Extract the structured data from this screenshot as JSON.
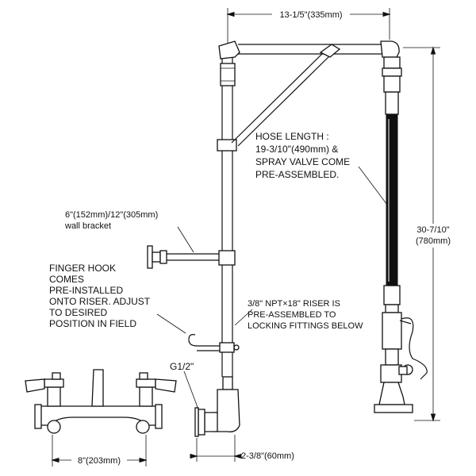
{
  "labels": {
    "top_width": "13-1/5\"(335mm)",
    "hose_note": [
      "HOSE LENGTH :",
      "19-3/10\"(490mm) &",
      "SPRAY VALVE COME",
      "PRE-ASSEMBLED."
    ],
    "height_dim": [
      "30-7/10\"",
      "(780mm)"
    ],
    "wall_bracket": [
      "6\"(152mm)/12\"(305mm)",
      "wall bracket"
    ],
    "finger_hook": [
      "FINGER HOOK",
      "COMES",
      "PRE-INSTALLED",
      "ONTO RISER. ADJUST",
      "TO DESIRED",
      "POSITION IN FIELD"
    ],
    "riser_note": [
      "3/8\" NPT×18\" RISER IS",
      "PRE-ASSEMBLED TO",
      "LOCKING FITTINGS BELOW"
    ],
    "inlet": "G1/2\"",
    "center_spread": "8\"(203mm)",
    "offset": "2-3/8\"(60mm)"
  }
}
